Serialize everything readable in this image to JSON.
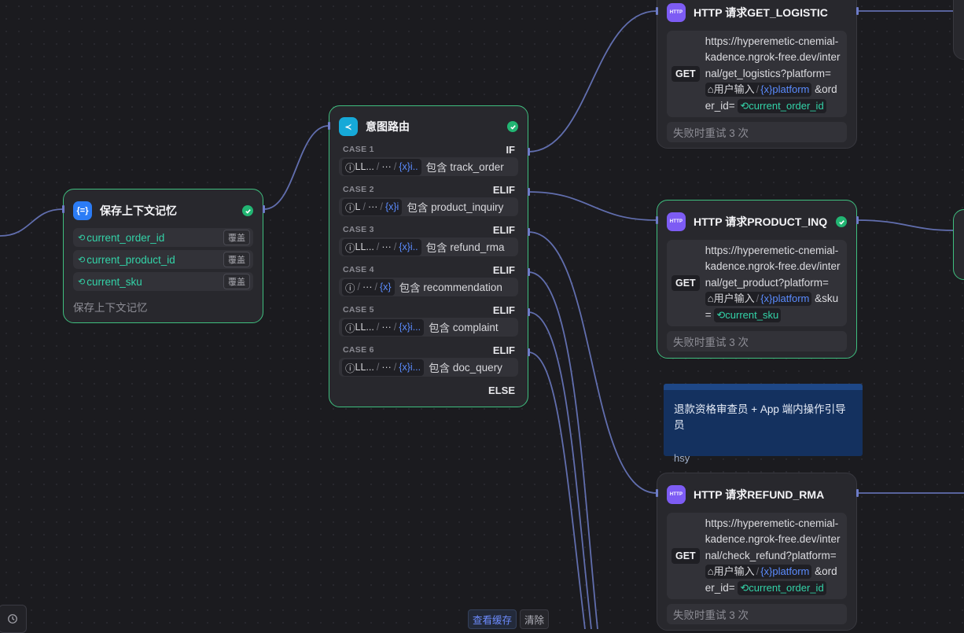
{
  "context_node": {
    "title": "保存上下文记忆",
    "variables": [
      {
        "name": "current_order_id",
        "tag": "覆盖"
      },
      {
        "name": "current_product_id",
        "tag": "覆盖"
      },
      {
        "name": "current_sku",
        "tag": "覆盖"
      }
    ],
    "description": "保存上下文记忆"
  },
  "router_node": {
    "title": "意图路由",
    "cases": [
      {
        "label": "CASE 1",
        "keyword": "IF",
        "var_prefix": "LL...",
        "var_suffix": "i..",
        "op": "包含",
        "value": "track_order"
      },
      {
        "label": "CASE 2",
        "keyword": "ELIF",
        "var_prefix": "L",
        "var_suffix": "i",
        "op": "包含",
        "value": "product_inquiry"
      },
      {
        "label": "CASE 3",
        "keyword": "ELIF",
        "var_prefix": "LL...",
        "var_suffix": "i..",
        "op": "包含",
        "value": "refund_rma"
      },
      {
        "label": "CASE 4",
        "keyword": "ELIF",
        "var_prefix": "",
        "var_suffix": "",
        "op": "包含",
        "value": "recommendation"
      },
      {
        "label": "CASE 5",
        "keyword": "ELIF",
        "var_prefix": "LL...",
        "var_suffix": "i...",
        "op": "包含",
        "value": "complaint"
      },
      {
        "label": "CASE 6",
        "keyword": "ELIF",
        "var_prefix": "LL...",
        "var_suffix": "i...",
        "op": "包含",
        "value": "doc_query"
      }
    ],
    "else_label": "ELSE",
    "ellipsis": "···",
    "var_x": "{x}"
  },
  "http_nodes": [
    {
      "title": "HTTP 请求GET_LOGISTIC",
      "method": "GET",
      "url_text": "https://hyperemetic-cnemial-kadence.ngrok-free.dev/internal/get_logistics?platform=",
      "user_input": "用户输入",
      "param_var": "platform",
      "mid_text": "&order_id=",
      "ctx_var": "current_order_id",
      "retry": "失败时重试 3 次"
    },
    {
      "title": "HTTP 请求PRODUCT_INQ",
      "method": "GET",
      "url_text": "https://hyperemetic-cnemial-kadence.ngrok-free.dev/internal/get_product?platform=",
      "user_input": "用户输入",
      "param_var": "platform",
      "mid_text": "&sku=",
      "ctx_var": "current_sku",
      "retry": "失败时重试 3 次"
    },
    {
      "title": "HTTP 请求REFUND_RMA",
      "method": "GET",
      "url_text": "https://hyperemetic-cnemial-kadence.ngrok-free.dev/internal/check_refund?platform=",
      "user_input": "用户输入",
      "param_var": "platform",
      "mid_text": "&order_id=",
      "ctx_var": "current_order_id",
      "retry": "失败时重试 3 次"
    }
  ],
  "note": {
    "text": "退款资格审查员 + App 端内操作引导员",
    "author": "hsy"
  },
  "bottom_bar": {
    "view_cache": "查看缓存",
    "clear": "清除"
  },
  "colors": {
    "accent_green": "#22b573",
    "variable_teal": "#33d3a8",
    "var_blue": "#5b8cff",
    "wire": "#6d7cc8",
    "note_bg": "#14315f"
  }
}
